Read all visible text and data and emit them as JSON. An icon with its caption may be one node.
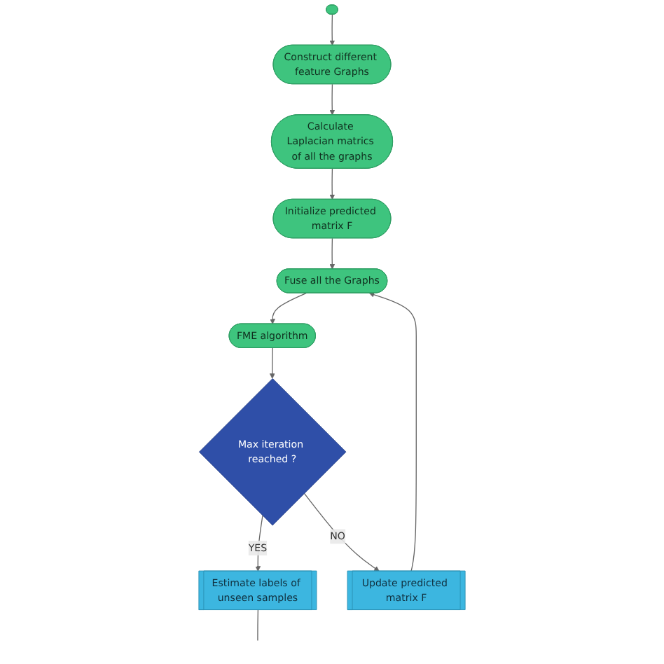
{
  "diagram": {
    "nodes": [
      {
        "text": [],
        "shape": "stadium"
      },
      {
        "text": [
          "Construct different feature Graphs"
        ]
      },
      {
        "text": [
          "Calculate Laplacian matrics of all the graphs"
        ]
      },
      {
        "text": [
          "Initialize predicted matrix F"
        ]
      },
      {
        "text": [
          "Fuse all the Graphs"
        ]
      },
      {
        "text": [
          "FME algorithm"
        ]
      },
      {
        "text": [
          "Max iteration reached ?"
        ]
      },
      {
        "text": [
          "Estimate labels of unseen samples"
        ]
      },
      {
        "text": [
          "Update predicted matrix F"
        ]
      }
    ],
    "edges": [
      {
        "from": 0,
        "to": 1,
        "arrow": "to"
      },
      {
        "from": 1,
        "to": 2,
        "arrow": "to"
      },
      {
        "from": 2,
        "to": 3,
        "arrow": "to"
      },
      {
        "from": 3,
        "to": 4,
        "arrow": "to"
      },
      {
        "from": 4,
        "to": 5,
        "arrow": "to"
      },
      {
        "from": 5,
        "to": 6,
        "arrow": "to"
      },
      {
        "from": 6,
        "to": 7,
        "label": "YES",
        "arrow": "to"
      },
      {
        "from": 6,
        "to": 8,
        "label": "NO",
        "arrow": "to"
      },
      {
        "from": 8,
        "to": 4,
        "arrow": "to"
      },
      {
        "from": 7,
        "to": null,
        "arrow": "none"
      }
    ]
  }
}
